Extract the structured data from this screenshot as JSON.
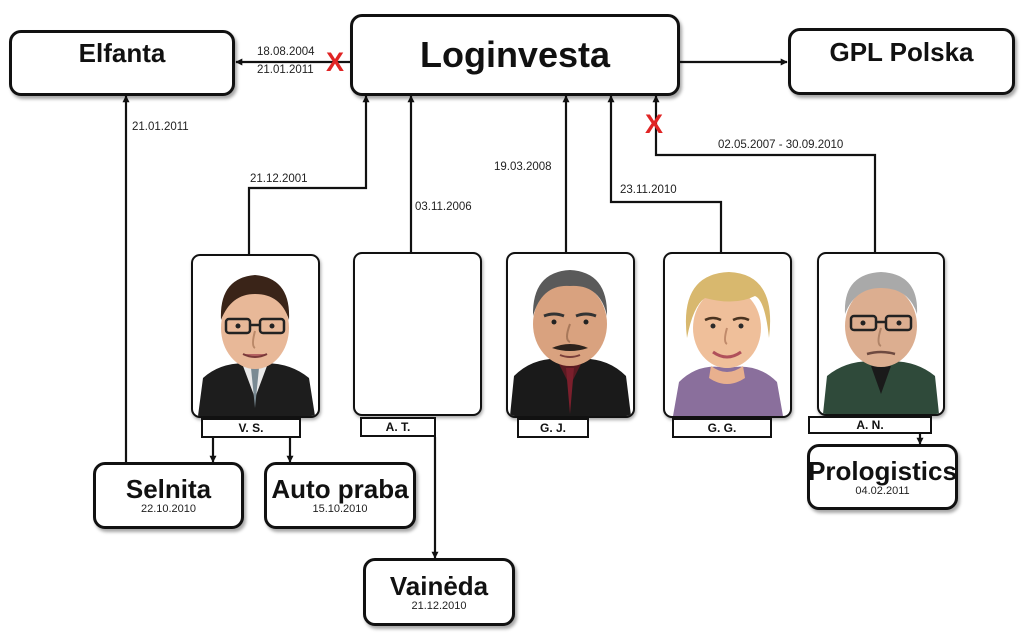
{
  "companies": {
    "loginvesta": {
      "name": "Loginvesta"
    },
    "elfanta": {
      "name": "Elfanta"
    },
    "gpl_polska": {
      "name": "GPL Polska"
    },
    "selnita": {
      "name": "Selnita",
      "date": "22.10.2010"
    },
    "auto_praba": {
      "name": "Auto praba",
      "date": "15.10.2010"
    },
    "vaineda": {
      "name": "Vainėda",
      "date": "21.12.2010"
    },
    "prologistics": {
      "name": "Prologistics",
      "date": "04.02.2011"
    }
  },
  "persons": {
    "vs": {
      "initials": "V. S.",
      "portrait": "man-glasses-portrait"
    },
    "at": {
      "initials": "A. T.",
      "portrait": "empty-portrait"
    },
    "gj": {
      "initials": "G. J.",
      "portrait": "man-mustache-portrait"
    },
    "gg": {
      "initials": "G. G.",
      "portrait": "woman-portrait"
    },
    "an": {
      "initials": "A. N.",
      "portrait": "man-glasses-portrait"
    }
  },
  "link_dates": {
    "elfanta_loginvesta_start": "18.08.2004",
    "elfanta_loginvesta_end": "21.01.2011",
    "selnita_elfanta": "21.01.2011",
    "vs_loginvesta": "21.12.2001",
    "at_loginvesta": "03.11.2006",
    "gj_loginvesta": "19.03.2008",
    "gg_loginvesta": "23.11.2010",
    "an_loginvesta": "02.05.2007 - 30.09.2010"
  },
  "marks": {
    "ended": "X"
  },
  "colors": {
    "line": "#111111",
    "ended_mark": "#e02424"
  }
}
